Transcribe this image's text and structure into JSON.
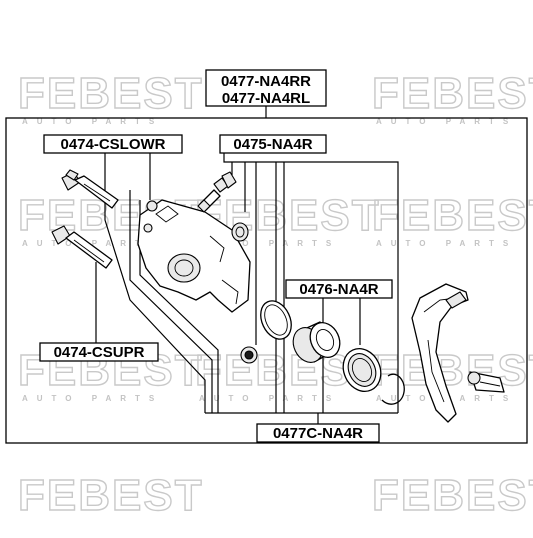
{
  "watermark": {
    "brand": "FEBEST",
    "tagline": "AUTO PARTS"
  },
  "labels": {
    "assembly_rr": "0477-NA4RR",
    "assembly_rl": "0477-NA4RL",
    "bolt_lower": "0474-CSLOWR",
    "repair_kit": "0475-NA4R",
    "piston_kit": "0476-NA4R",
    "bolt_upper": "0474-CSUPR",
    "caliper_kit": "0477C-NA4R"
  }
}
